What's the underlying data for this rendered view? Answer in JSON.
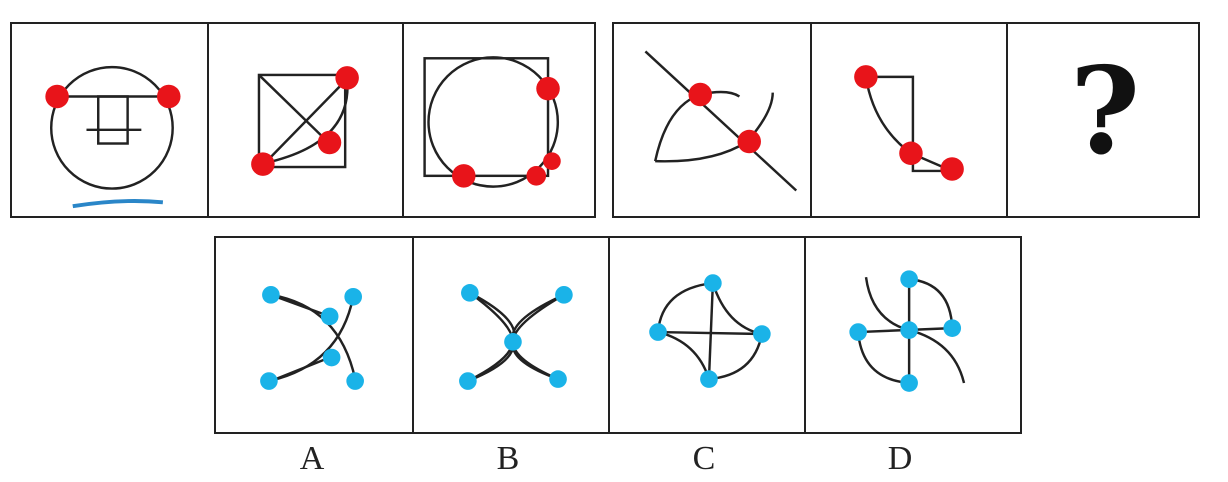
{
  "question_mark": "?",
  "options": [
    {
      "label": "A"
    },
    {
      "label": "B"
    },
    {
      "label": "C"
    },
    {
      "label": "D"
    }
  ],
  "colors": {
    "border": "#222222",
    "point_red": "#e8141a",
    "point_blue": "#1ab3e8",
    "underline": "#2a86c8"
  }
}
